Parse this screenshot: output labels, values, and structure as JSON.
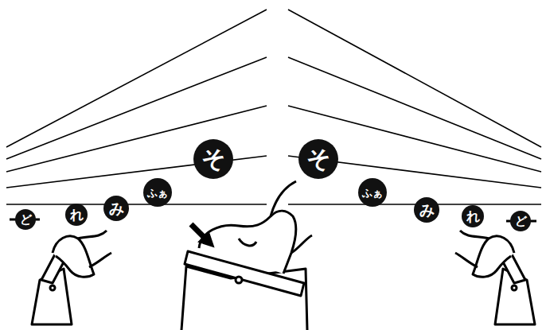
{
  "diagram": {
    "nodes": [
      {
        "text": [
          "ど"
        ]
      },
      {
        "text": [
          "れ"
        ]
      },
      {
        "text": [
          "み"
        ]
      },
      {
        "text": [
          "ふぁ"
        ]
      },
      {
        "text": [
          "そ"
        ]
      },
      {
        "text": [
          "そ"
        ]
      },
      {
        "text": [
          "ふぁ"
        ]
      },
      {
        "text": [
          "み"
        ]
      },
      {
        "text": [
          "れ"
        ]
      },
      {
        "text": [
          "ど"
        ]
      }
    ]
  }
}
